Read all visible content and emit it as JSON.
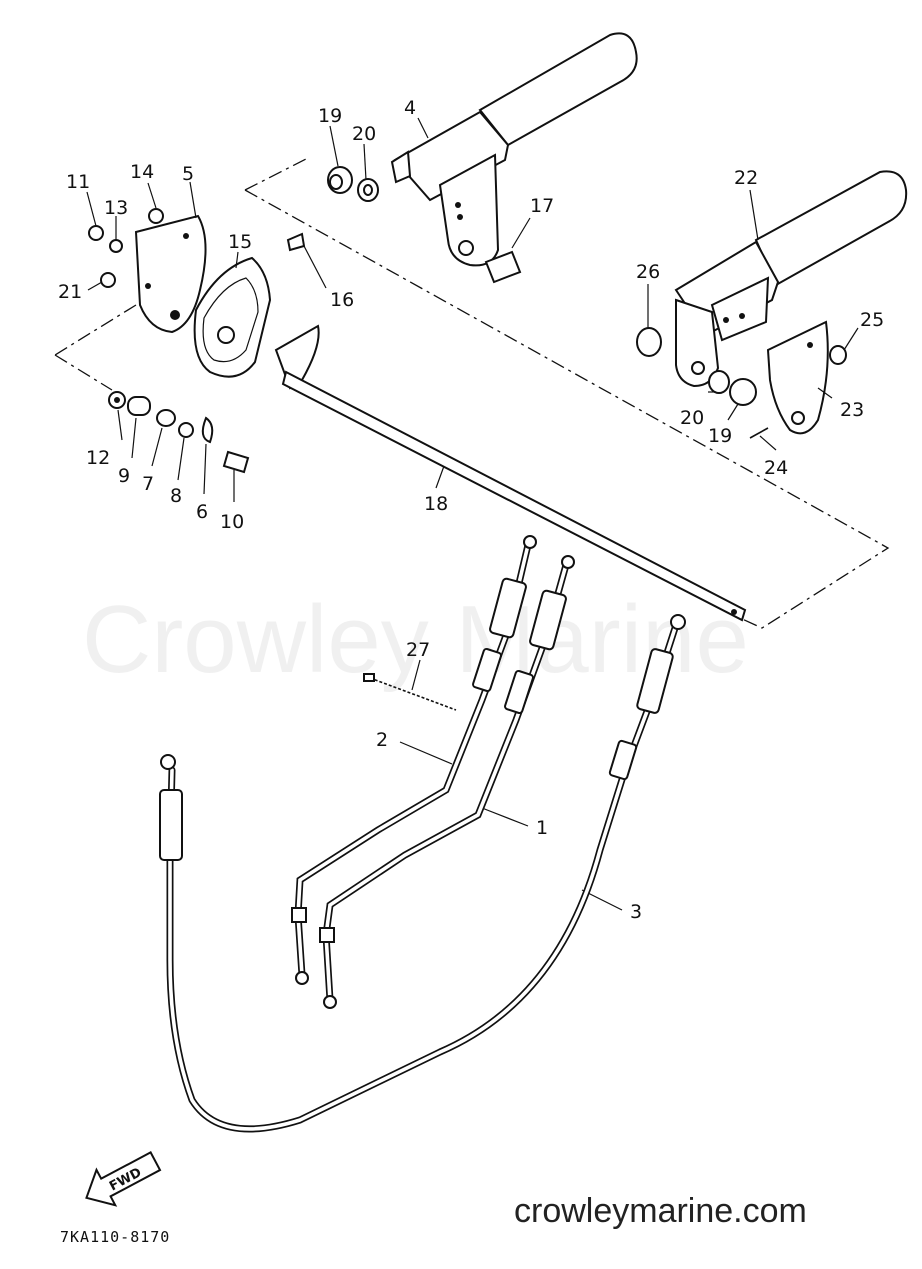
{
  "diagram": {
    "watermark_text": "Crowley Marine",
    "site_text": "crowleymarine.com",
    "diagram_code": "7KA110-8170",
    "fwd_label": "FWD",
    "callouts": {
      "c1": "1",
      "c2": "2",
      "c3": "3",
      "c4": "4",
      "c5": "5",
      "c6": "6",
      "c7": "7",
      "c8": "8",
      "c9": "9",
      "c10": "10",
      "c11": "11",
      "c12": "12",
      "c13": "13",
      "c14": "14",
      "c15": "15",
      "c16": "16",
      "c17": "17",
      "c18": "18",
      "c19a": "19",
      "c19b": "19",
      "c20a": "20",
      "c20b": "20",
      "c21": "21",
      "c22": "22",
      "c23": "23",
      "c24": "24",
      "c25": "25",
      "c26": "26",
      "c27": "27"
    }
  }
}
